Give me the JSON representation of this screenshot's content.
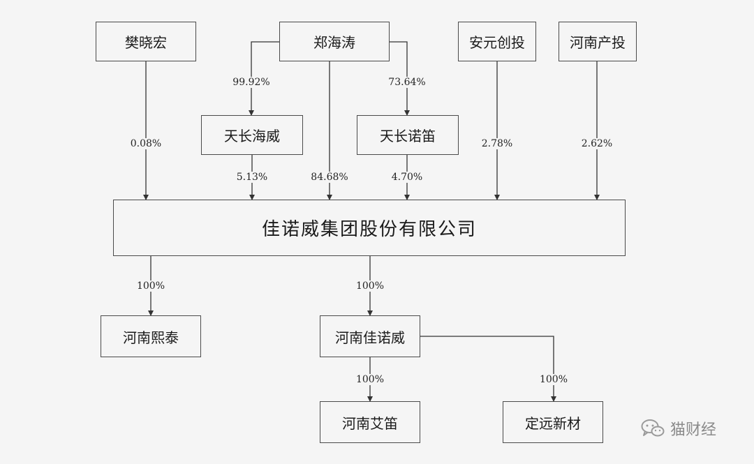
{
  "nodes": {
    "fan_xiaohong": "樊晓宏",
    "zheng_haitao": "郑海涛",
    "anyuan_chuangtou": "安元创投",
    "henan_chantou": "河南产投",
    "tianchang_haiwei": "天长海威",
    "tianchang_nuodi": "天长诺笛",
    "jianuowei_group": "佳诺威集团股份有限公司",
    "henan_xitai": "河南熙泰",
    "henan_jianuowei": "河南佳诺威",
    "henan_aidi": "河南艾笛",
    "dingyuan_xincai": "定远新材"
  },
  "percentages": {
    "zheng_to_haiwei": "99.92%",
    "zheng_to_nuodi": "73.64%",
    "fan_to_group": "0.08%",
    "haiwei_to_group": "5.13%",
    "zheng_to_group": "84.68%",
    "nuodi_to_group": "4.70%",
    "anyuan_to_group": "2.78%",
    "chantou_to_group": "2.62%",
    "group_to_xitai": "100%",
    "group_to_jianuowei": "100%",
    "jianuowei_to_aidi": "100%",
    "jianuowei_to_dingyuan": "100%"
  },
  "watermark": "猫财经"
}
